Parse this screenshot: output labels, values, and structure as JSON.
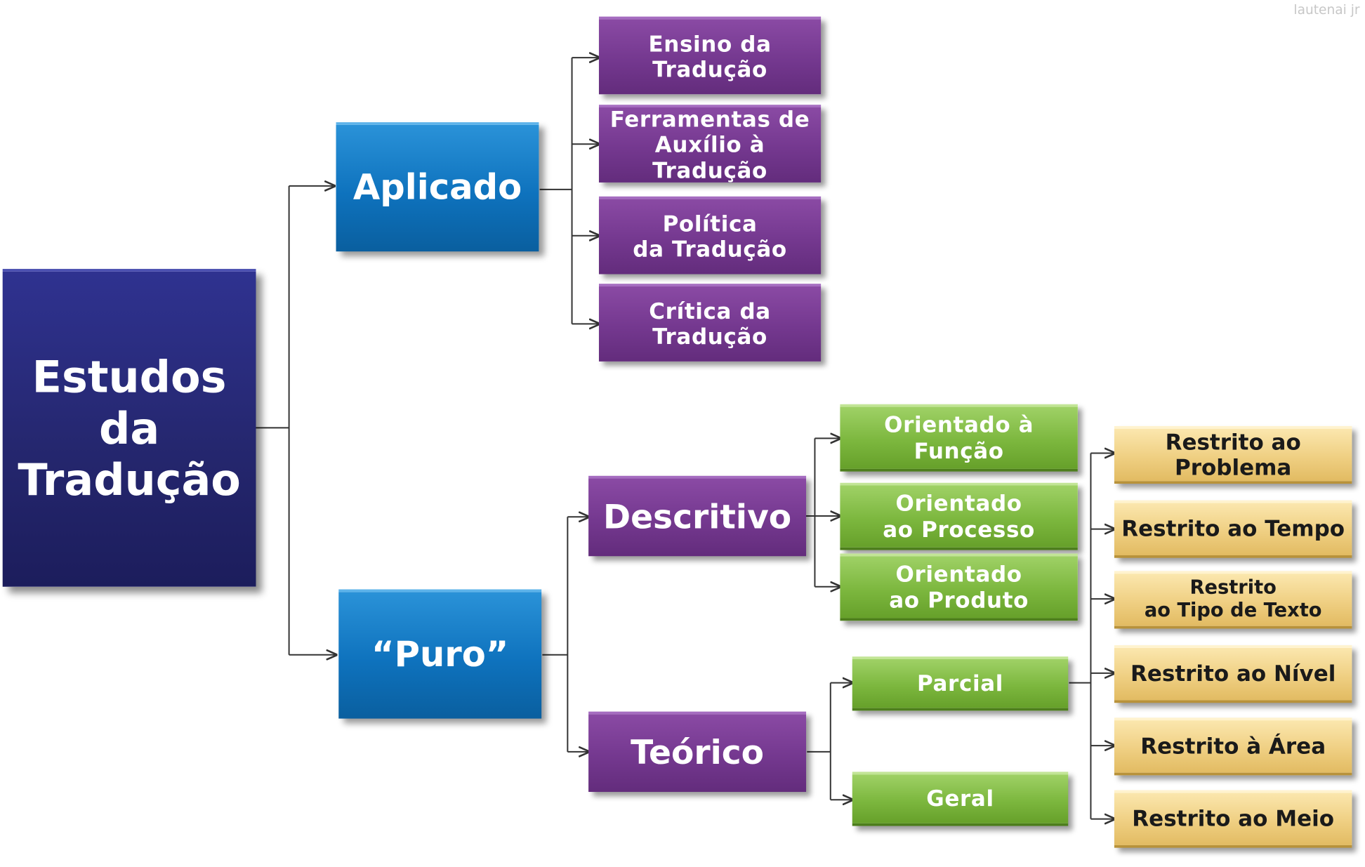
{
  "diagram": {
    "credit": "lautenai jr",
    "nodes": {
      "root": "Estudos\nda\nTradução",
      "aplicado": "Aplicado",
      "puro": "“Puro”",
      "ensino": "Ensino da Tradução",
      "ferramentas": "Ferramentas de\nAuxílio à Tradução",
      "politica": "Política\nda Tradução",
      "critica": "Crítica da Tradução",
      "descritivo": "Descritivo",
      "teorico": "Teórico",
      "funcao": "Orientado à Função",
      "processo": "Orientado\nao Processo",
      "produto": "Orientado\nao Produto",
      "parcial": "Parcial",
      "geral": "Geral",
      "problema": "Restrito ao Problema",
      "tempo": "Restrito ao Tempo",
      "tipo_texto": "Restrito\nao Tipo de Texto",
      "nivel": "Restrito ao Nível",
      "area": "Restrito à Área",
      "meio": "Restrito ao Meio"
    },
    "colors": {
      "root": "#25276f",
      "branch": "#0e72bd",
      "purple": "#74388f",
      "green": "#7cb73e",
      "yellow": "#efcf82",
      "connector": "#333333"
    }
  }
}
